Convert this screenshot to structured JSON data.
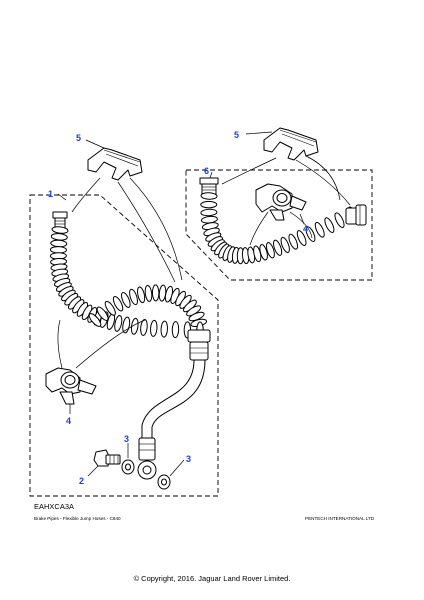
{
  "callouts": {
    "c1": "1",
    "c2": "2",
    "c3a": "3",
    "c3b": "3",
    "c4a": "4",
    "c4b": "4",
    "c5a": "5",
    "c5b": "5",
    "c6": "6"
  },
  "colors": {
    "callout": "#1f3fd6",
    "line": "#000000"
  },
  "captions": {
    "diagram_code": "EAHXCA3A",
    "title": "Brake Pipes - Flexible Jump Hoses - C840",
    "vendor": "PENTECH INTERNATIONAL LTD",
    "copyright": "© Copyright, 2016. Jaguar Land Rover Limited."
  }
}
